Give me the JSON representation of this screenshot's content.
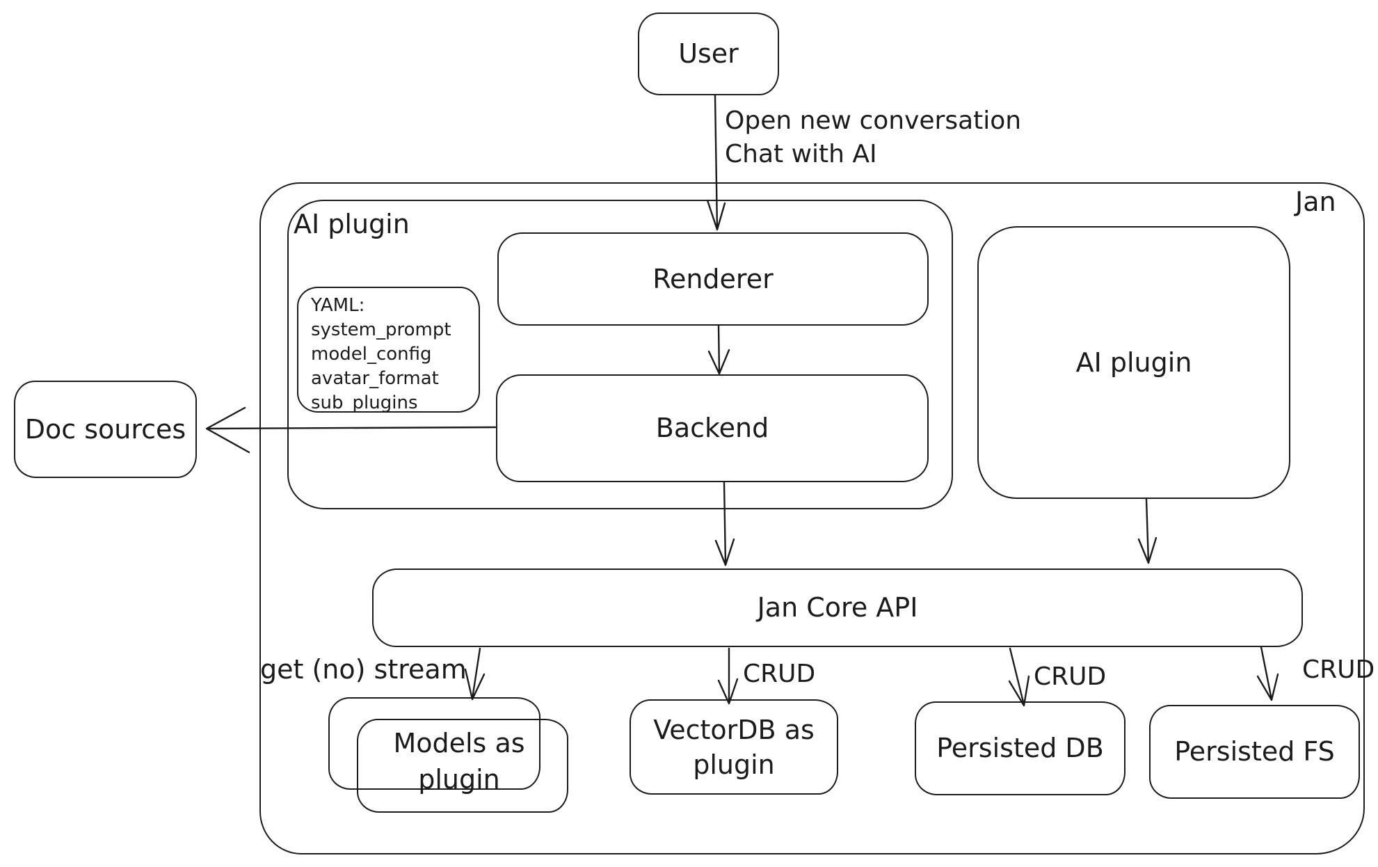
{
  "diagram": {
    "region_label": "Jan",
    "nodes": {
      "user": "User",
      "ai_plugin_container": "AI plugin",
      "renderer": "Renderer",
      "backend": "Backend",
      "ai_plugin": "AI plugin",
      "doc_sources": "Doc sources",
      "jan_core_api": "Jan Core API",
      "models_as_plugin_line1": "Models as",
      "models_as_plugin_line2": "plugin",
      "vectordb_line1": "VectorDB as",
      "vectordb_line2": "plugin",
      "persisted_db": "Persisted DB",
      "persisted_fs": "Persisted FS"
    },
    "yaml_note": {
      "line1": "YAML:",
      "line2": "system_prompt",
      "line3": "model_config",
      "line4": "avatar_format",
      "line5": "sub_plugins"
    },
    "edge_labels": {
      "user_edge_line1": "Open new conversation",
      "user_edge_line2": "Chat with AI",
      "get_no_stream": "get (no) stream",
      "crud_vectordb": "CRUD",
      "crud_persisted_db": "CRUD",
      "crud_persisted_fs": "CRUD"
    },
    "colors": {
      "stroke": "#1b1b1b",
      "background": "#ffffff"
    }
  }
}
